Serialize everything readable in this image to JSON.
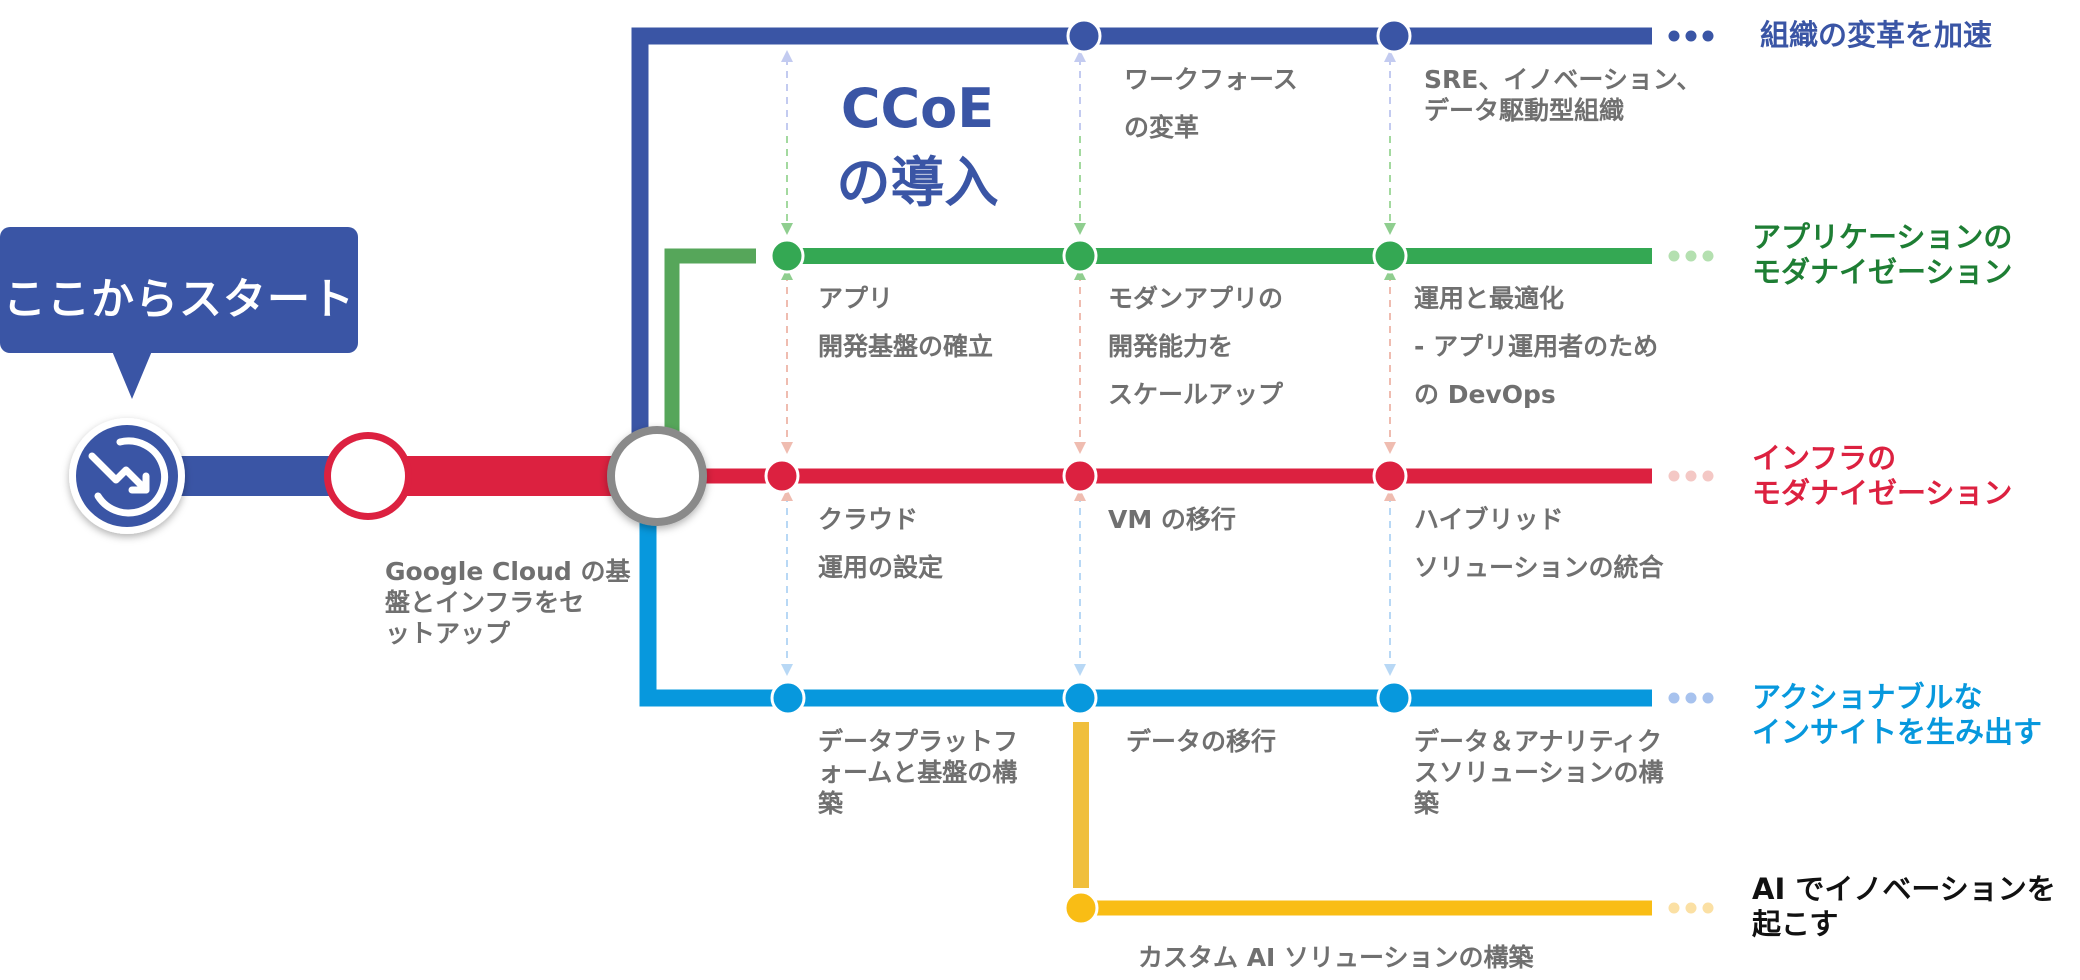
{
  "colors": {
    "navy": "#3a55a5",
    "green": "#34a853",
    "green_dark": "#1e7e34",
    "red": "#dc2140",
    "blue": "#0798dd",
    "yellow": "#f9bd15",
    "gold": "#f0bf3c",
    "gray_text": "#707070"
  },
  "callout": {
    "label": "ここからスタート"
  },
  "start_icon": {
    "name": "trending-down-icon"
  },
  "ccoe_title": "CCoE\nの導入",
  "setup_label": "Google Cloud の基\n盤とインフラをセ\nットアップ",
  "lanes": [
    {
      "id": "org",
      "title": "組織の変革を加速",
      "color": "#3a55a5",
      "steps": [
        "ワークフォース\nの変革",
        "SRE、イノベーション、\nデータ駆動型組織"
      ]
    },
    {
      "id": "app",
      "title": "アプリケーションの\nモダナイゼーション",
      "color": "#1e7e34",
      "steps": [
        "アプリ\n開発基盤の確立",
        "モダンアプリの\n開発能力を\nスケールアップ",
        "運用と最適化\n- アプリ運用者のため\nの DevOps"
      ]
    },
    {
      "id": "infra",
      "title": "インフラの\nモダナイゼーション",
      "color": "#dc2140",
      "steps": [
        "クラウド\n運用の設定",
        "VM の移行",
        "ハイブリッド\nソリューションの統合"
      ]
    },
    {
      "id": "data",
      "title": "アクショナブルな\nインサイトを生み出す",
      "color": "#0798dd",
      "steps": [
        "データプラットフ\nォームと基盤の構\n築",
        "データの移行",
        "データ＆アナリティク\nスソリューションの構\n築"
      ]
    },
    {
      "id": "ai",
      "title": "AI でイノベーションを\n起こす",
      "color": "#111111",
      "steps": [
        "カスタム AI ソリューションの構築"
      ]
    }
  ]
}
